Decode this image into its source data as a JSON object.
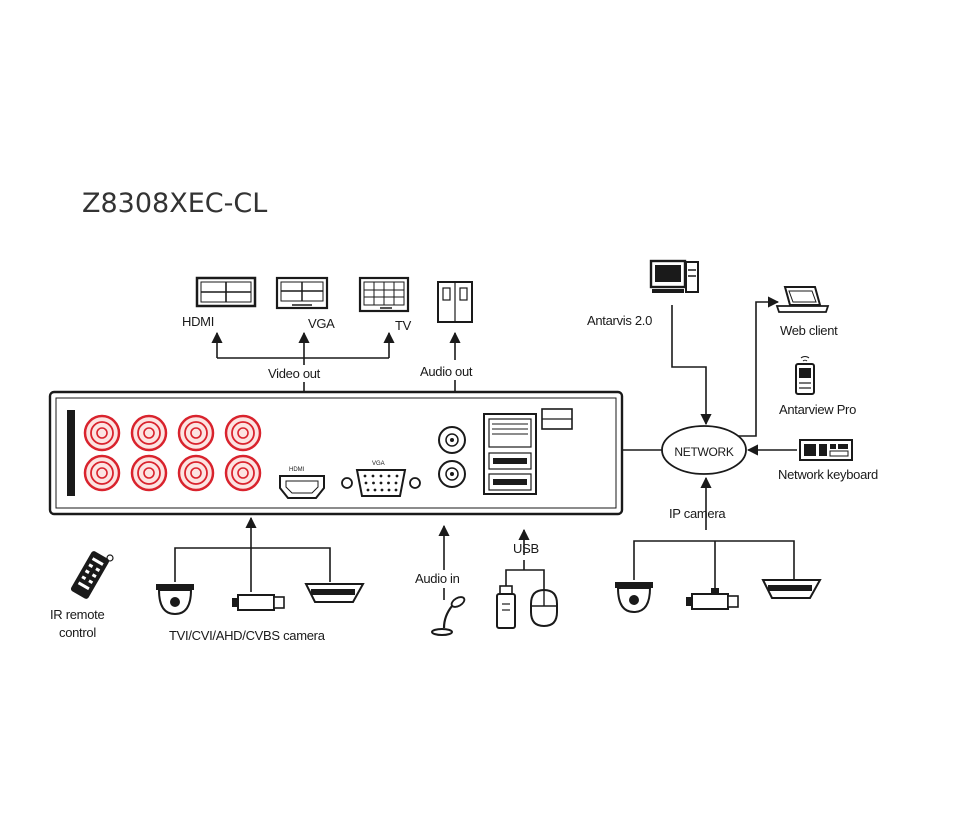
{
  "title": "Z8308XEC-CL",
  "outputs": {
    "hdmi": "HDMI",
    "vga": "VGA",
    "tv": "TV",
    "video_out": "Video out",
    "audio_out": "Audio out"
  },
  "panel": {
    "hdmi_port": "HDMI",
    "vga_port": "VGA"
  },
  "network": {
    "hub": "NETWORK",
    "antarvis": "Antarvis 2.0",
    "web_client": "Web client",
    "antarview_pro": "Antarview Pro",
    "network_keyboard": "Network keyboard",
    "ip_camera": "IP camera"
  },
  "inputs": {
    "ir_remote": "IR remote",
    "control": "control",
    "analog_camera": "TVI/CVI/AHD/CVBS camera",
    "audio_in": "Audio in",
    "usb": "USB"
  },
  "colors": {
    "bnc_ring": "#d9232d",
    "bnc_fill": "#fce4e2",
    "line": "#1a1a1a"
  }
}
